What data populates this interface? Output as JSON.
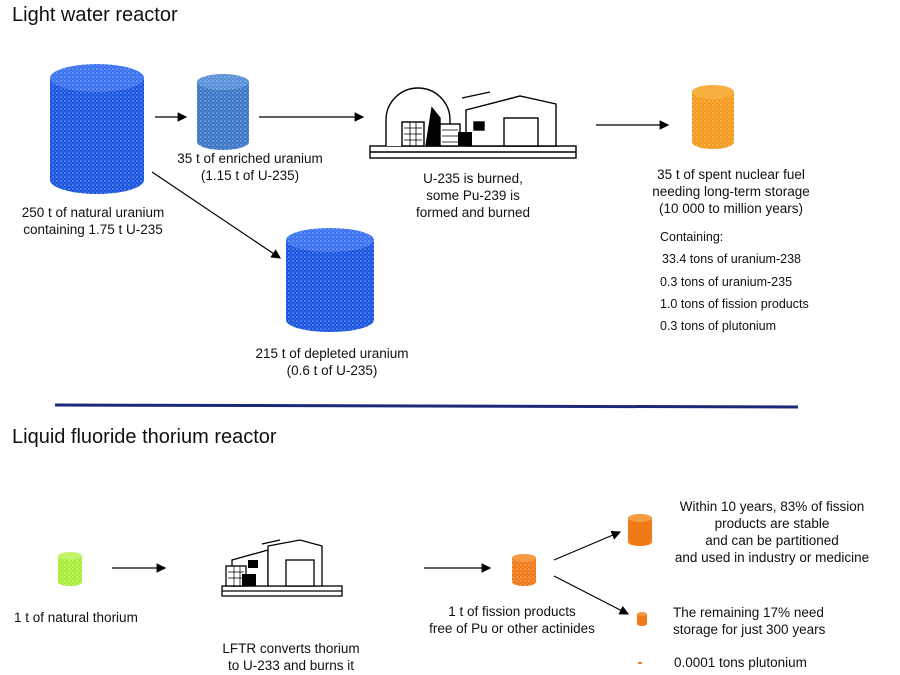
{
  "lwr": {
    "title": "Light water reactor",
    "natural_uranium": [
      "250 t of natural uranium",
      "containing 1.75 t U-235"
    ],
    "enriched_uranium": [
      "35 t of enriched uranium",
      "(1.15 t of U-235)"
    ],
    "reactor_caption": [
      "U-235 is burned,",
      "some Pu-239 is",
      "formed and burned"
    ],
    "spent_fuel": [
      "35 t of spent nuclear fuel",
      "needing long-term storage",
      "(10 000 to million years)"
    ],
    "containing_heading": "Containing:",
    "containing_items": [
      "33.4 tons of uranium-238",
      "0.3 tons of uranium-235",
      "1.0 tons of fission products",
      "0.3 tons of plutonium"
    ],
    "depleted_uranium": [
      "215 t of depleted uranium",
      "(0.6 t of U-235)"
    ]
  },
  "lftr": {
    "title": "Liquid fluoride thorium reactor",
    "natural_thorium": "1 t of natural thorium",
    "reactor_caption": [
      "LFTR converts thorium",
      "to U-233 and burns it"
    ],
    "fission_products": [
      "1 t of fission products",
      "free of Pu or other actinides"
    ],
    "stable_products": [
      "Within 10 years, 83% of fission",
      "products are stable",
      "and can be partitioned",
      "and used in industry or medicine"
    ],
    "remaining": [
      "The remaining 17% need",
      "storage for just 300 years"
    ],
    "plutonium": "0.0001 tons plutonium"
  },
  "colors": {
    "uranium_blue": "#1a55e0",
    "enriched_blue": "#3d78c8",
    "spent_orange": "#f59a1e",
    "fission_orange": "#f07a18",
    "thorium_green": "#a8ec3a",
    "divider_navy": "#1a2a78"
  }
}
